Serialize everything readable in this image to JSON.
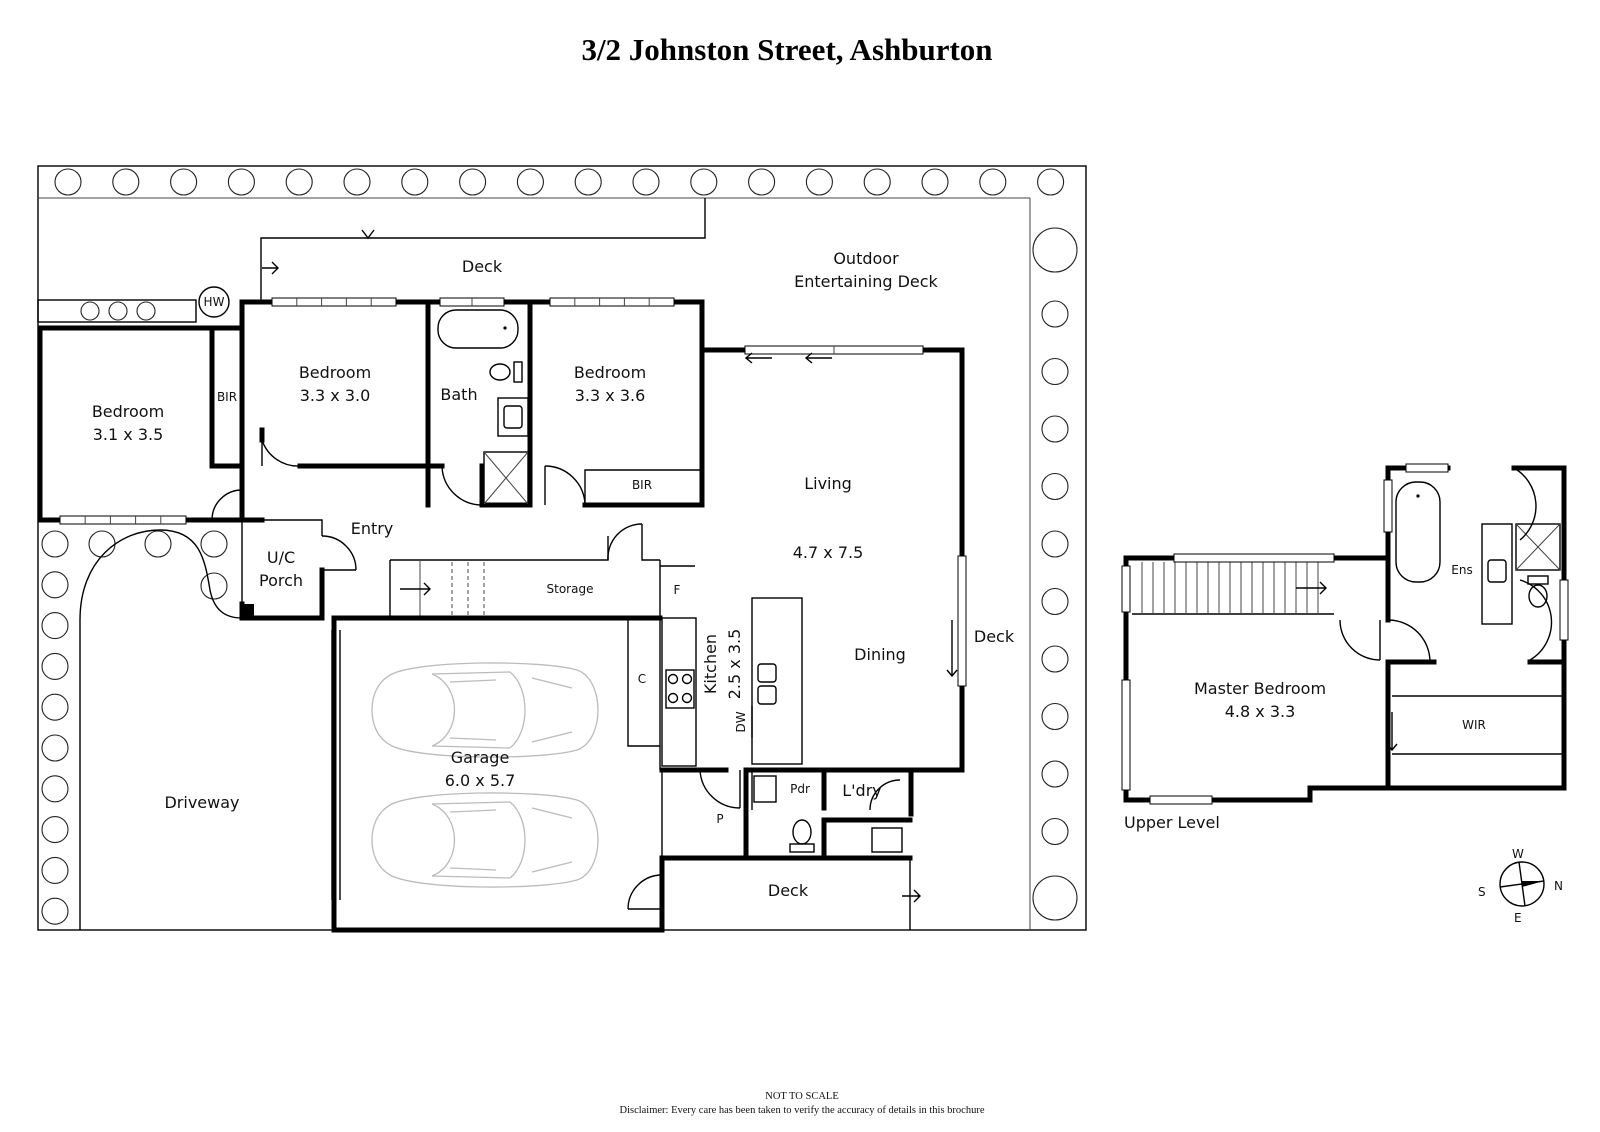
{
  "title": "3/2 Johnston Street, Ashburton",
  "rooms": {
    "bedroom_left": {
      "name": "Bedroom",
      "size": "3.1 x 3.5"
    },
    "bedroom_mid": {
      "name": "Bedroom",
      "size": "3.3 x 3.0"
    },
    "bedroom_right": {
      "name": "Bedroom",
      "size": "3.3 x 3.6"
    },
    "bir_left": "BIR",
    "bir_right": "BIR",
    "bath": "Bath",
    "hw": "HW",
    "deck_top": "Deck",
    "outdoor_deck": [
      "Outdoor",
      "Entertaining Deck"
    ],
    "living": {
      "name": "Living",
      "size": "4.7 x 7.5"
    },
    "dining": "Dining",
    "entry": "Entry",
    "porch": [
      "U/C",
      "Porch"
    ],
    "storage": "Storage",
    "fridge": "F",
    "cupboard": "C",
    "kitchen": {
      "name": "Kitchen",
      "size": "2.5 x 3.5"
    },
    "dishwasher": "DW",
    "garage": {
      "name": "Garage",
      "size": "6.0 x 5.7"
    },
    "pantry": "P",
    "powder": "Pdr",
    "laundry": "L'dry",
    "deck_bottom": "Deck",
    "deck_right": "Deck",
    "driveway": "Driveway",
    "ensuite": "Ens",
    "master": {
      "name": "Master Bedroom",
      "size": "4.8 x 3.3"
    },
    "wir": "WIR",
    "upper_level": "Upper Level"
  },
  "compass": {
    "n": "N",
    "s": "S",
    "e": "E",
    "w": "W"
  },
  "footer": {
    "not_to_scale": "NOT TO SCALE",
    "disclaimer": "Disclaimer: Every care has been taken to verify the accuracy of details in this brochure"
  }
}
